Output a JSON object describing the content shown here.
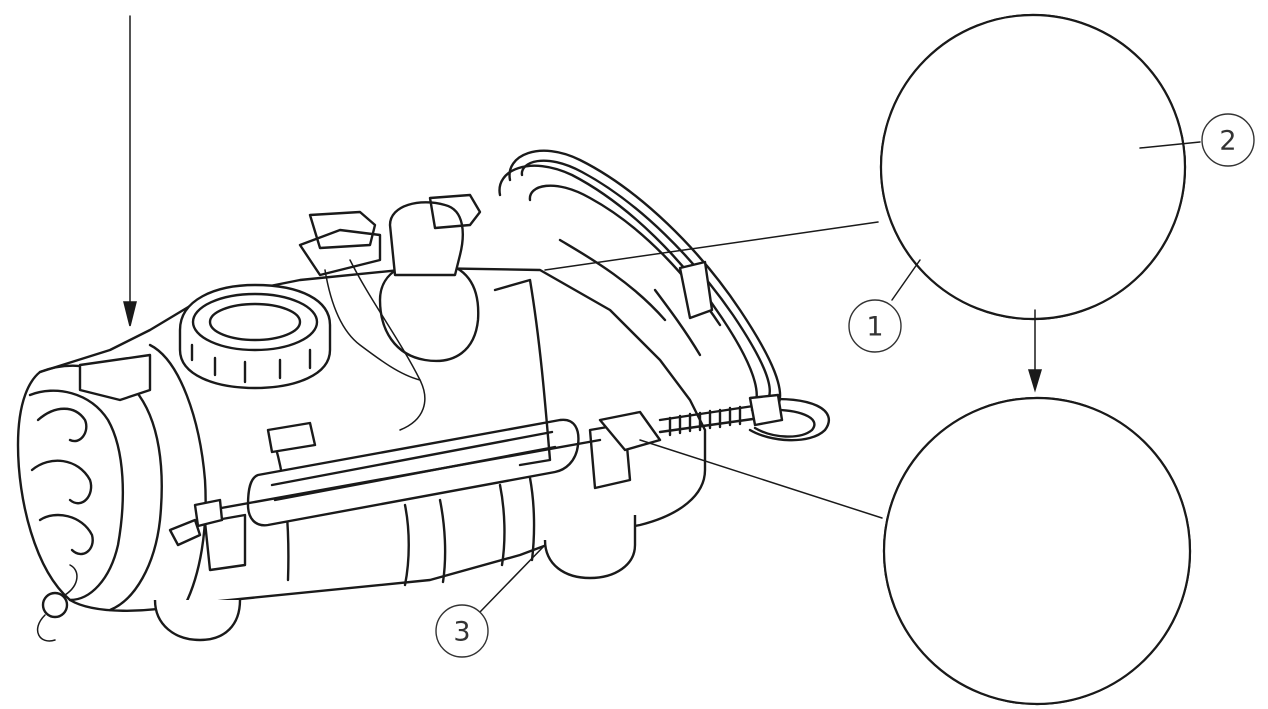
{
  "callouts": {
    "one": "1",
    "two": "2",
    "three": "3"
  },
  "colors": {
    "line": "#1a1a1a",
    "background": "#ffffff",
    "callout_stroke": "#333333"
  },
  "icons": {
    "arrow_down": "arrow-down-icon",
    "arrow_right": "arrow-right-icon",
    "arrow_left": "arrow-left-icon"
  }
}
